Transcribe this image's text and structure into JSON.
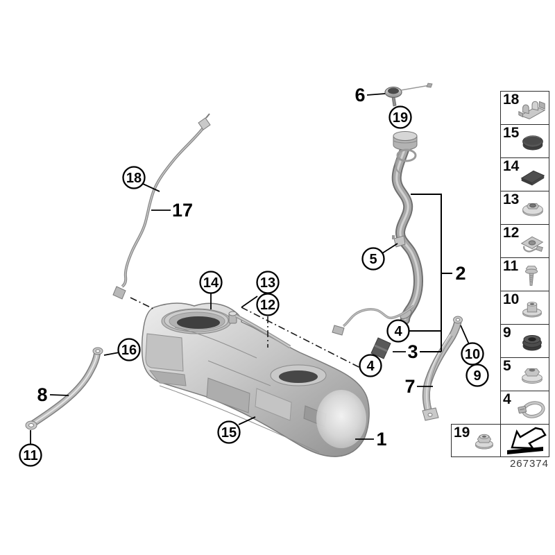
{
  "footer": {
    "diagram_number": "267374"
  },
  "callouts": {
    "circled": {
      "c18": "18",
      "c19": "19",
      "c5": "5",
      "c14": "14",
      "c13": "13",
      "c12": "12",
      "c16": "16",
      "c4a": "4",
      "c4b": "4",
      "c10": "10",
      "c9": "9",
      "c15": "15",
      "c11": "11"
    },
    "plain": {
      "l6": "6",
      "l17": "17",
      "l2": "2",
      "l3": "3",
      "l7": "7",
      "l8": "8",
      "l1": "1"
    }
  },
  "sidebar": {
    "items": [
      {
        "label": "18",
        "icon": "pipe-clamp-icon"
      },
      {
        "label": "15",
        "icon": "cover-cap-icon"
      },
      {
        "label": "14",
        "icon": "adhesive-pad-icon"
      },
      {
        "label": "13",
        "icon": "washer-nut-icon"
      },
      {
        "label": "12",
        "icon": "retaining-clip-icon"
      },
      {
        "label": "11",
        "icon": "screw-icon"
      },
      {
        "label": "10",
        "icon": "spacer-bushing-icon"
      },
      {
        "label": "9",
        "icon": "rubber-grommet-icon"
      },
      {
        "label": "5",
        "icon": "plastic-nut-icon"
      },
      {
        "label": "4",
        "icon": "hose-clamp-icon"
      }
    ],
    "bottom_item": {
      "label": "19",
      "icon": "flange-nut-icon"
    }
  },
  "colors": {
    "line": "#000000",
    "metal_light": "#d9d9d9",
    "metal_mid": "#b0b0b0",
    "metal_dark": "#6e6e6e",
    "rubber_dark": "#4e4e4e",
    "background": "#ffffff"
  }
}
